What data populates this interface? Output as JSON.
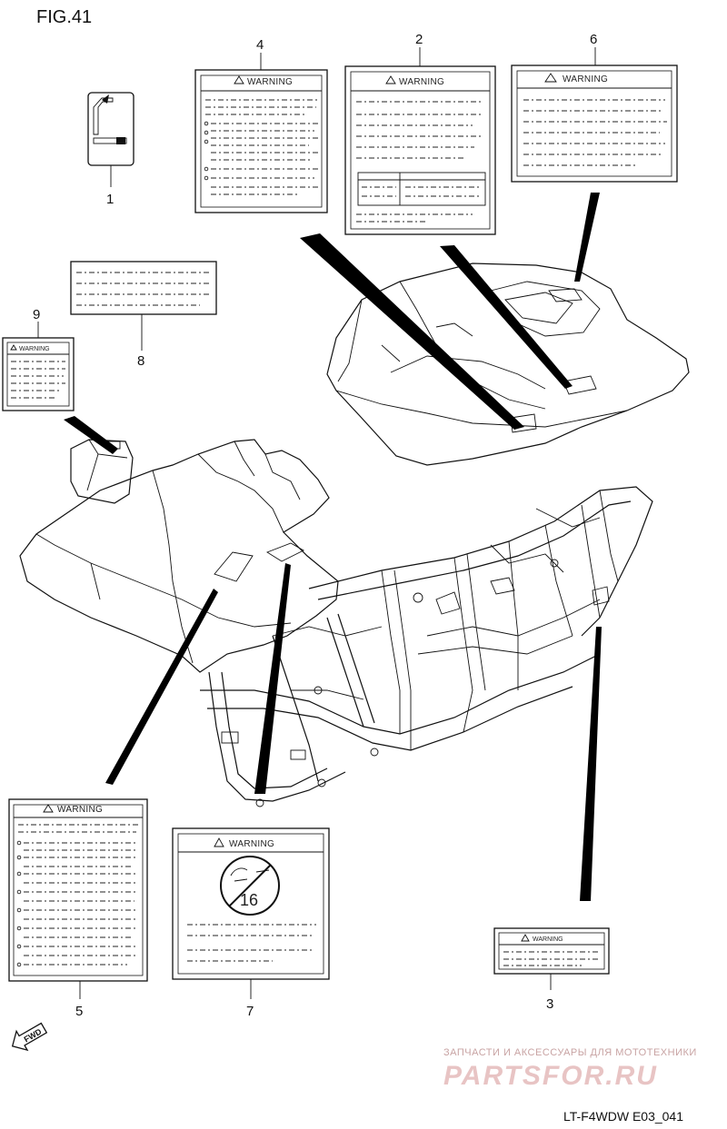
{
  "figure": {
    "title": "FIG.41",
    "code": "LT-F4WDW E03_041"
  },
  "callouts": {
    "c1": "1",
    "c2": "2",
    "c3": "3",
    "c4": "4",
    "c5": "5",
    "c6": "6",
    "c7": "7",
    "c8": "8",
    "c9": "9"
  },
  "labels": {
    "warning": "WARNING",
    "warning_small": "WARNING",
    "no_under_16_number": "16"
  },
  "orientation": {
    "fwd_label": "FWD"
  },
  "watermark": {
    "tagline": "ЗАПЧАСТИ И АКСЕССУАРЫ ДЛЯ МОТОТЕХНИКИ",
    "brand": "PARTSFOR.RU"
  }
}
